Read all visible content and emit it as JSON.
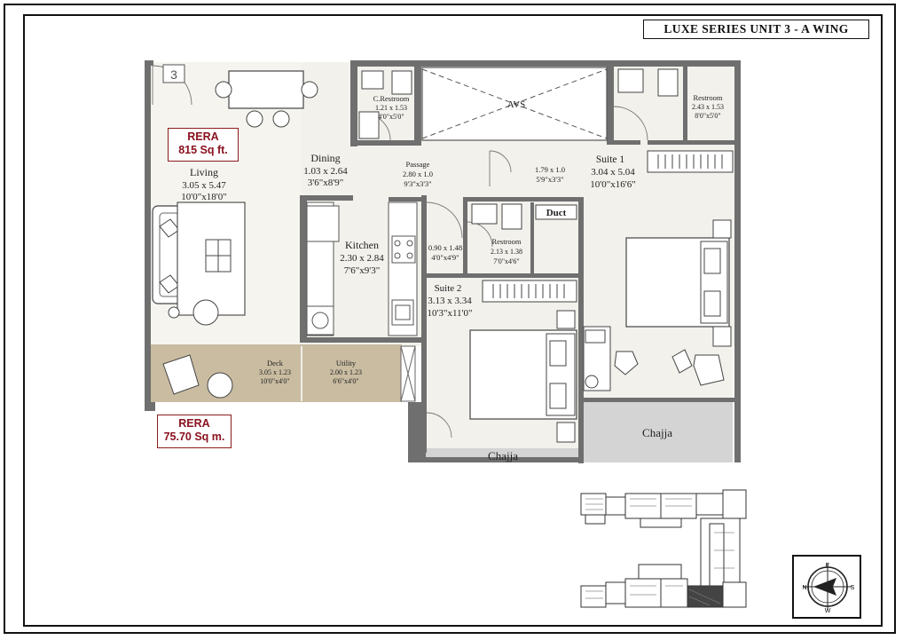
{
  "title": "LUXE SERIES UNIT 3 - A WING",
  "unit_number": "3",
  "rera_carpet": {
    "label": "RERA",
    "value": "815 Sq ft."
  },
  "rera_metric": {
    "label": "RERA",
    "value": "75.70 Sq m."
  },
  "rooms": {
    "living": {
      "name": "Living",
      "dim_m": "3.05 x 5.47",
      "dim_ft": "10'0\"x18'0\""
    },
    "dining": {
      "name": "Dining",
      "dim_m": "1.03 x 2.64",
      "dim_ft": "3'6\"x8'9\""
    },
    "c_restroom": {
      "name": "C.Restroom",
      "dim_m": "1.21 x 1.53",
      "dim_ft": "4'0\"x5'0\""
    },
    "avs": {
      "name": "AVS"
    },
    "restroom_1": {
      "name": "Restroom",
      "dim_m": "2.43 x 1.53",
      "dim_ft": "8'0\"x5'0\""
    },
    "passage": {
      "name": "Passage",
      "dim_m": "2.80 x 1.0",
      "dim_ft": "9'3\"x3'3\""
    },
    "passage_2": {
      "dim_m": "1.79 x 1.0",
      "dim_ft": "5'9\"x3'3\""
    },
    "suite_1": {
      "name": "Suite 1",
      "dim_m": "3.04 x 5.04",
      "dim_ft": "10'0\"x16'6\""
    },
    "kitchen": {
      "name": "Kitchen",
      "dim_m": "2.30 x 2.84",
      "dim_ft": "7'6\"x9'3\""
    },
    "lobby": {
      "dim_m": "0.90 x 1.48",
      "dim_ft": "4'0\"x4'9\""
    },
    "restroom_2": {
      "name": "Restroom",
      "dim_m": "2.13 x 1.38",
      "dim_ft": "7'0\"x4'6\""
    },
    "duct": {
      "name": "Duct"
    },
    "suite_2": {
      "name": "Suite 2",
      "dim_m": "3.13 x 3.34",
      "dim_ft": "10'3\"x11'0\""
    },
    "deck": {
      "name": "Deck",
      "dim_m": "3.05 x 1.23",
      "dim_ft": "10'0\"x4'0\""
    },
    "utility": {
      "name": "Utility",
      "dim_m": "2.00 x 1.23",
      "dim_ft": "6'6\"x4'0\""
    },
    "chajja_1": {
      "name": "Chajja"
    },
    "chajja_2": {
      "name": "Chajja"
    }
  },
  "colors": {
    "wall": "#6f6f6f",
    "floor": "#f2f1ec",
    "deck": "#c9bca1",
    "chajja": "#d4d4d4",
    "rera_text": "#8a1220",
    "highlight": "#333333"
  }
}
